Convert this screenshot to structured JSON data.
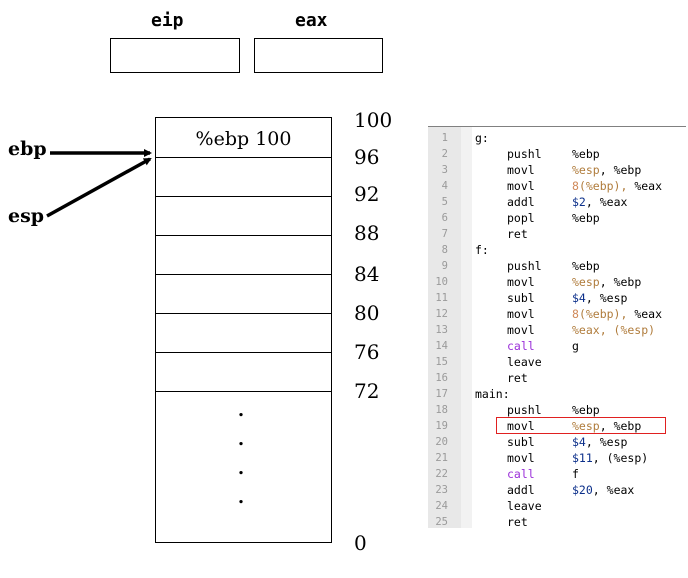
{
  "registers": [
    {
      "name": "eip",
      "value": ""
    },
    {
      "name": "eax",
      "value": ""
    }
  ],
  "stack": {
    "cells": [
      "%ebp 100",
      "",
      "",
      "",
      "",
      "",
      ""
    ],
    "addresses": [
      "100",
      "96",
      "92",
      "88",
      "84",
      "80",
      "76",
      "72",
      "0"
    ],
    "ellipsis": [
      ".",
      ".",
      ".",
      "."
    ]
  },
  "pointers": [
    {
      "label": "ebp"
    },
    {
      "label": "esp"
    }
  ],
  "code": {
    "lines": [
      {
        "n": "1",
        "label": "g:",
        "op": "",
        "args": []
      },
      {
        "n": "2",
        "label": "",
        "op": "pushl",
        "args": [
          {
            "t": "%ebp",
            "k": "plain"
          }
        ]
      },
      {
        "n": "3",
        "label": "",
        "op": "movl",
        "args": [
          {
            "t": "%esp",
            "k": "reg"
          },
          {
            "t": ", ",
            "k": "plain"
          },
          {
            "t": "%ebp",
            "k": "plain"
          }
        ]
      },
      {
        "n": "4",
        "label": "",
        "op": "movl",
        "args": [
          {
            "t": "8",
            "k": "num"
          },
          {
            "t": "(%ebp), ",
            "k": "reg"
          },
          {
            "t": "%eax",
            "k": "plain"
          }
        ]
      },
      {
        "n": "5",
        "label": "",
        "op": "addl",
        "args": [
          {
            "t": "$2",
            "k": "imm"
          },
          {
            "t": ", ",
            "k": "plain"
          },
          {
            "t": "%eax",
            "k": "plain"
          }
        ]
      },
      {
        "n": "6",
        "label": "",
        "op": "popl",
        "args": [
          {
            "t": "%ebp",
            "k": "plain"
          }
        ]
      },
      {
        "n": "7",
        "label": "",
        "op": "ret",
        "args": []
      },
      {
        "n": "8",
        "label": "f:",
        "op": "",
        "args": []
      },
      {
        "n": "9",
        "label": "",
        "op": "pushl",
        "args": [
          {
            "t": "%ebp",
            "k": "plain"
          }
        ]
      },
      {
        "n": "10",
        "label": "",
        "op": "movl",
        "args": [
          {
            "t": "%esp",
            "k": "reg"
          },
          {
            "t": ", ",
            "k": "plain"
          },
          {
            "t": "%ebp",
            "k": "plain"
          }
        ]
      },
      {
        "n": "11",
        "label": "",
        "op": "subl",
        "args": [
          {
            "t": "$4",
            "k": "imm"
          },
          {
            "t": ", ",
            "k": "plain"
          },
          {
            "t": "%esp",
            "k": "plain"
          }
        ]
      },
      {
        "n": "12",
        "label": "",
        "op": "movl",
        "args": [
          {
            "t": "8",
            "k": "num"
          },
          {
            "t": "(%ebp), ",
            "k": "reg"
          },
          {
            "t": "%eax",
            "k": "plain"
          }
        ]
      },
      {
        "n": "13",
        "label": "",
        "op": "movl",
        "args": [
          {
            "t": "%eax, (%esp)",
            "k": "reg"
          }
        ]
      },
      {
        "n": "14",
        "label": "",
        "op": "call",
        "kw": true,
        "args": [
          {
            "t": "g",
            "k": "plain"
          }
        ]
      },
      {
        "n": "15",
        "label": "",
        "op": "leave",
        "args": []
      },
      {
        "n": "16",
        "label": "",
        "op": "ret",
        "args": []
      },
      {
        "n": "17",
        "label": "main:",
        "op": "",
        "args": []
      },
      {
        "n": "18",
        "label": "",
        "op": "pushl",
        "args": [
          {
            "t": "%ebp",
            "k": "plain"
          }
        ]
      },
      {
        "n": "19",
        "label": "",
        "op": "movl",
        "args": [
          {
            "t": "%esp",
            "k": "reg"
          },
          {
            "t": ", ",
            "k": "plain"
          },
          {
            "t": "%ebp",
            "k": "plain"
          }
        ]
      },
      {
        "n": "20",
        "label": "",
        "op": "subl",
        "args": [
          {
            "t": "$4",
            "k": "imm"
          },
          {
            "t": ", ",
            "k": "plain"
          },
          {
            "t": "%esp",
            "k": "plain"
          }
        ]
      },
      {
        "n": "21",
        "label": "",
        "op": "movl",
        "args": [
          {
            "t": "$11",
            "k": "imm"
          },
          {
            "t": ", (%esp)",
            "k": "plain"
          }
        ]
      },
      {
        "n": "22",
        "label": "",
        "op": "call",
        "kw": true,
        "args": [
          {
            "t": "f",
            "k": "plain"
          }
        ]
      },
      {
        "n": "23",
        "label": "",
        "op": "addl",
        "args": [
          {
            "t": "$20",
            "k": "imm"
          },
          {
            "t": ", ",
            "k": "plain"
          },
          {
            "t": "%eax",
            "k": "plain"
          }
        ]
      },
      {
        "n": "24",
        "label": "",
        "op": "leave",
        "args": []
      },
      {
        "n": "25",
        "label": "",
        "op": "ret",
        "args": []
      }
    ],
    "highlighted_line": "19",
    "colors": {
      "keyword": "#9b30d9",
      "register": "#b07c3c",
      "immediate": "#0b2f8a",
      "highlight": "#e02020"
    }
  }
}
